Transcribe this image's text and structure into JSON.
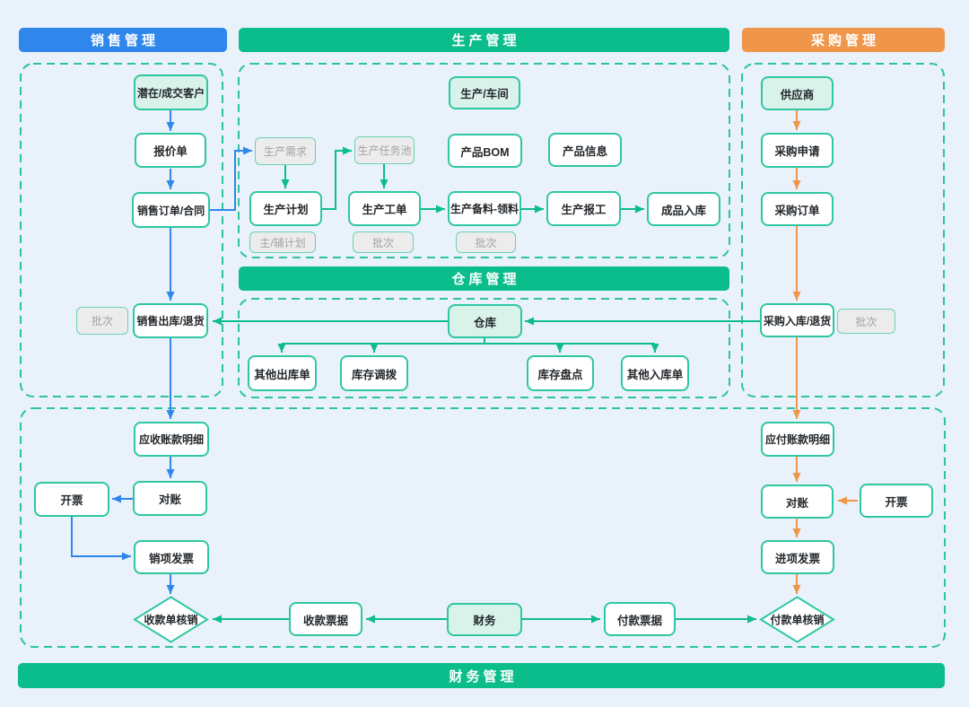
{
  "headers": {
    "sales": "销售管理",
    "production": "生产管理",
    "purchase": "采购管理",
    "warehouse": "仓库管理",
    "finance": "财务管理"
  },
  "nodes": {
    "customer": "潜在/成交客户",
    "quotation": "报价单",
    "sales_order": "销售订单/合同",
    "sales_batch": "批次",
    "sales_outbound": "销售出库/退货",
    "ar_detail": "应收账款明细",
    "ar_reconcile": "对账",
    "ar_invoice": "开票",
    "output_invoice": "销项发票",
    "receipt_writeoff": "收款单核销",
    "workshop": "生产/车间",
    "prod_demand": "生产需求",
    "prod_task_pool": "生产任务池",
    "product_bom": "产品BOM",
    "product_info": "产品信息",
    "prod_plan": "生产计划",
    "main_aux_plan": "主/辅计划",
    "prod_workorder": "生产工单",
    "workorder_batch": "批次",
    "prod_material": "生产备料-领料",
    "material_batch": "批次",
    "prod_report": "生产报工",
    "finished_inbound": "成品入库",
    "warehouse": "仓库",
    "other_outbound": "其他出库单",
    "stock_transfer": "库存调拨",
    "stock_count": "库存盘点",
    "other_inbound": "其他入库单",
    "supplier": "供应商",
    "purchase_request": "采购申请",
    "purchase_order": "采购订单",
    "purchase_inbound": "采购入库/退货",
    "purchase_batch": "批次",
    "ap_detail": "应付账款明细",
    "ap_reconcile": "对账",
    "ap_invoice": "开票",
    "input_invoice": "进项发票",
    "payment_writeoff": "付款单核销",
    "receipt_note": "收款票据",
    "finance": "财务",
    "payment_note": "付款票据"
  },
  "colors": {
    "sales_accent": "#2F86EB",
    "production_accent": "#0CBD8C",
    "purchase_accent": "#F0964A",
    "box_border": "#2FC7A1",
    "dashed_border": "#2CC3A0",
    "mint_fill": "#D9F3EA",
    "gray_fill": "#ECECEC",
    "gray_text": "#A2A2A2",
    "background": "#E9F1FA"
  },
  "edges": [
    {
      "f": "customer",
      "t": "quotation",
      "c": "blue"
    },
    {
      "f": "quotation",
      "t": "sales_order",
      "c": "blue"
    },
    {
      "f": "sales_order",
      "t": "prod_demand",
      "c": "blue"
    },
    {
      "f": "sales_order",
      "t": "sales_outbound",
      "c": "blue"
    },
    {
      "f": "sales_outbound",
      "t": "ar_detail",
      "c": "blue"
    },
    {
      "f": "ar_detail",
      "t": "ar_reconcile",
      "c": "blue"
    },
    {
      "f": "ar_reconcile",
      "t": "ar_invoice",
      "c": "blue"
    },
    {
      "f": "ar_invoice",
      "t": "output_invoice",
      "c": "blue"
    },
    {
      "f": "output_invoice",
      "t": "receipt_writeoff",
      "c": "blue"
    },
    {
      "f": "prod_demand",
      "t": "prod_plan",
      "c": "green"
    },
    {
      "f": "prod_plan",
      "t": "prod_task_pool",
      "c": "green"
    },
    {
      "f": "prod_task_pool",
      "t": "prod_workorder",
      "c": "green"
    },
    {
      "f": "prod_workorder",
      "t": "prod_material",
      "c": "green"
    },
    {
      "f": "prod_material",
      "t": "prod_report",
      "c": "green"
    },
    {
      "f": "prod_report",
      "t": "finished_inbound",
      "c": "green"
    },
    {
      "f": "warehouse",
      "t": "sales_outbound",
      "c": "green"
    },
    {
      "f": "purchase_inbound",
      "t": "warehouse",
      "c": "green"
    },
    {
      "f": "warehouse",
      "t": "other_outbound",
      "c": "green"
    },
    {
      "f": "warehouse",
      "t": "stock_transfer",
      "c": "green"
    },
    {
      "f": "warehouse",
      "t": "stock_count",
      "c": "green"
    },
    {
      "f": "warehouse",
      "t": "other_inbound",
      "c": "green"
    },
    {
      "f": "finance",
      "t": "receipt_note",
      "c": "green"
    },
    {
      "f": "finance",
      "t": "payment_note",
      "c": "green"
    },
    {
      "f": "receipt_note",
      "t": "receipt_writeoff",
      "c": "green"
    },
    {
      "f": "payment_note",
      "t": "payment_writeoff",
      "c": "green"
    },
    {
      "f": "supplier",
      "t": "purchase_request",
      "c": "orange"
    },
    {
      "f": "purchase_request",
      "t": "purchase_order",
      "c": "orange"
    },
    {
      "f": "purchase_order",
      "t": "purchase_inbound",
      "c": "orange"
    },
    {
      "f": "purchase_inbound",
      "t": "ap_detail",
      "c": "orange"
    },
    {
      "f": "ap_detail",
      "t": "ap_reconcile",
      "c": "orange"
    },
    {
      "f": "ap_invoice",
      "t": "ap_reconcile",
      "c": "orange"
    },
    {
      "f": "ap_reconcile",
      "t": "input_invoice",
      "c": "orange"
    },
    {
      "f": "input_invoice",
      "t": "payment_writeoff",
      "c": "orange"
    }
  ]
}
